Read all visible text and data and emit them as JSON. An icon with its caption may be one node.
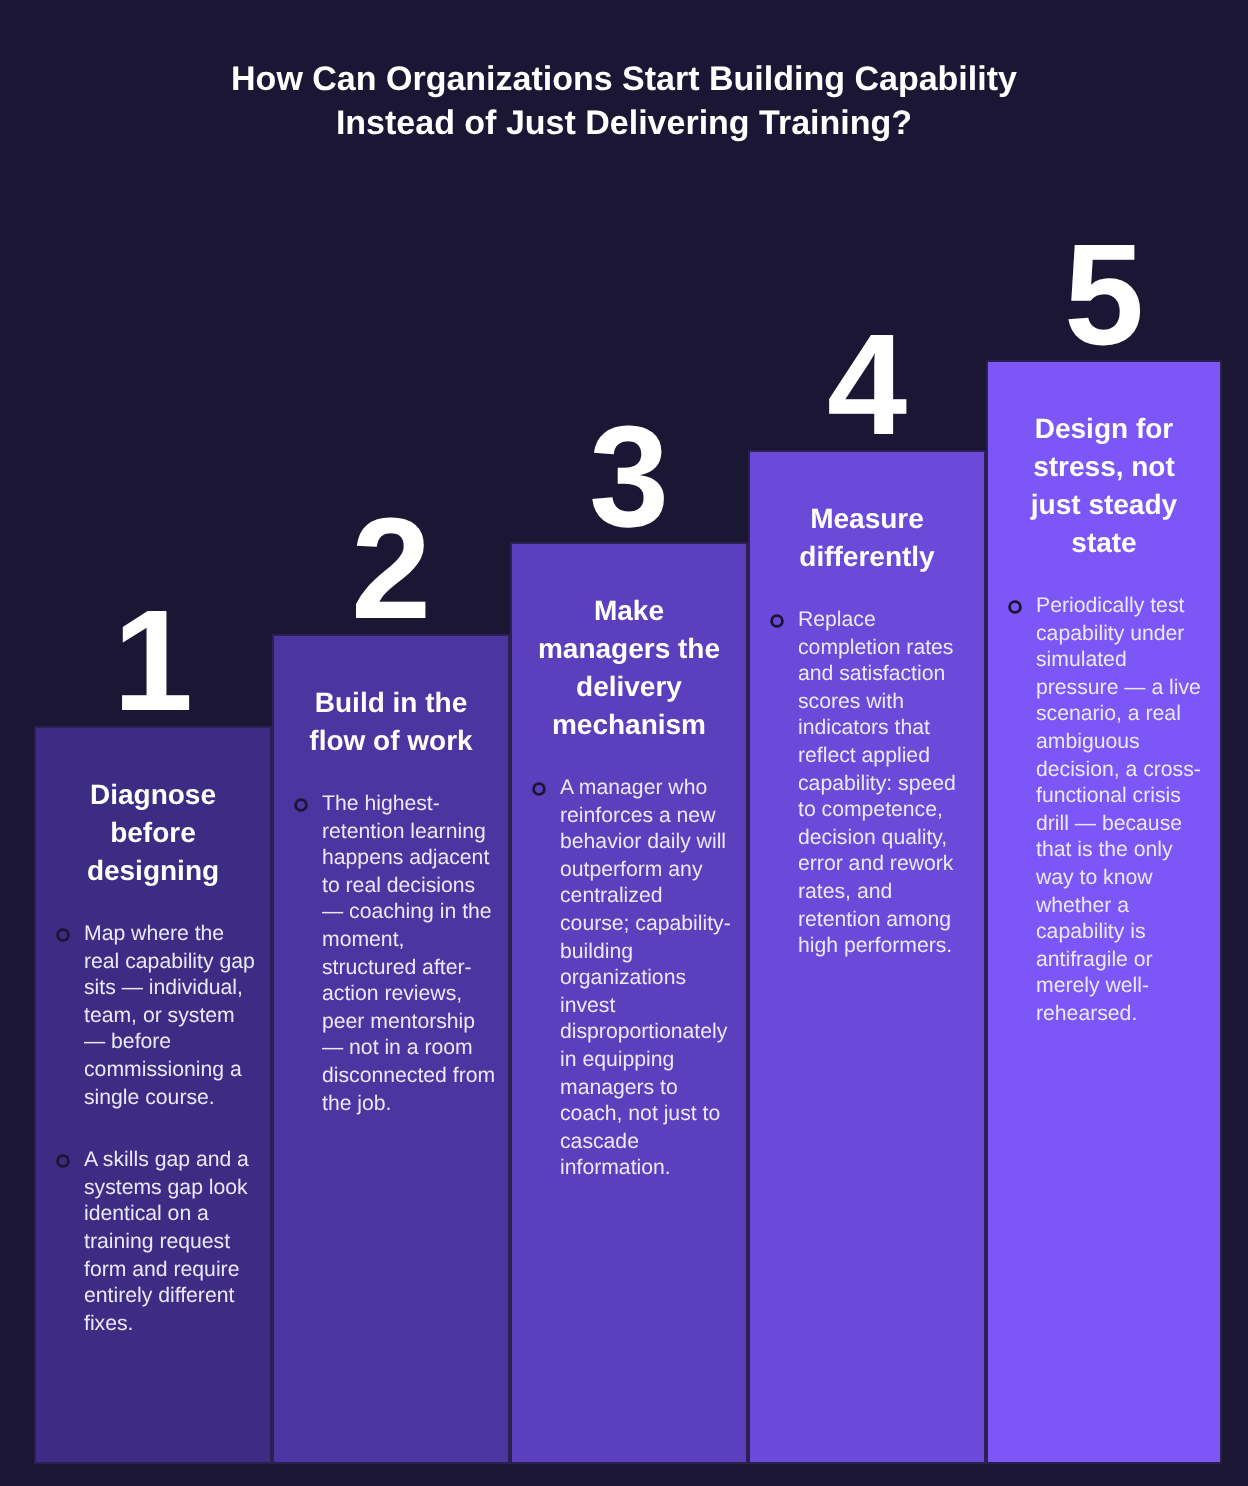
{
  "diagram": {
    "title": "How Can Organizations Start Building Capability Instead of Just Delivering Training?",
    "nodes": [
      {
        "text": [
          "Diagnose before designing",
          "Map where the real capability gap sits — individual, team, or system — before commissioning a single course.",
          "A skills gap and a systems gap look identical on a training request form and require entirely different fixes."
        ],
        "beside": [
          "1"
        ]
      },
      {
        "text": [
          "Build in the flow of work",
          "The highest-retention learning happens adjacent to real decisions — coaching in the moment, structured after-action reviews, peer mentorship — not in a room disconnected from the job."
        ],
        "beside": [
          "2"
        ]
      },
      {
        "text": [
          "Make managers the delivery mechanism",
          "A manager who reinforces a new behavior daily will outperform any centralized course; capability-building organizations invest disproportionately in equipping managers to coach, not just to cascade information."
        ],
        "beside": [
          "3"
        ]
      },
      {
        "text": [
          "Measure differently",
          "Replace completion rates and satisfaction scores with indicators that reflect applied capability: speed to competence, decision quality, error and rework rates, and retention among high performers."
        ],
        "beside": [
          "4"
        ]
      },
      {
        "text": [
          "Design for stress, not just steady state",
          "Periodically test capability under simulated pressure — a live scenario, a real ambiguous decision, a cross-functional crisis drill — because that is the only way to know whether a capability is antifragile or merely well-rehearsed."
        ],
        "beside": [
          "5"
        ]
      }
    ]
  }
}
